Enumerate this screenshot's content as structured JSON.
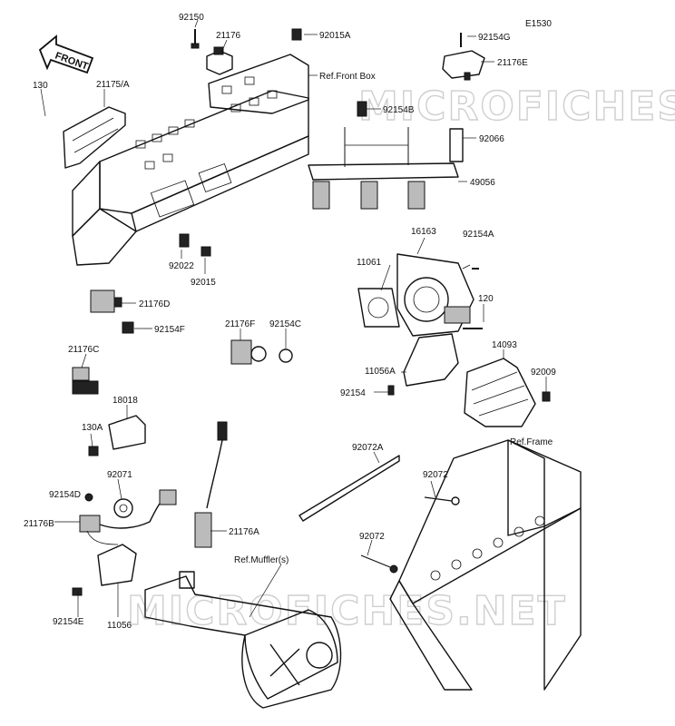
{
  "diagram_code": "E1530",
  "watermark": "MICROFICHES.NET",
  "front_arrow": "FRONT",
  "labels": {
    "l92150": "92150",
    "l21176": "21176",
    "l92015A": "92015A",
    "l92154G": "92154G",
    "l21176E": "21176E",
    "refFrontBox": "Ref.Front Box",
    "l130": "130",
    "l21175A": "21175/A",
    "l92154B": "92154B",
    "l92066": "92066",
    "l49056": "49056",
    "l92022": "92022",
    "l92015": "92015",
    "l16163": "16163",
    "l92154A": "92154A",
    "l11061": "11061",
    "l21176D": "21176D",
    "l120": "120",
    "l92154F": "92154F",
    "l21176F": "21176F",
    "l92154C": "92154C",
    "l14093": "14093",
    "l21176C": "21176C",
    "l11056A": "11056A",
    "l92009": "92009",
    "l92154": "92154",
    "l18018": "18018",
    "l130A": "130A",
    "refFrame": "Ref.Frame",
    "l92072A": "92072A",
    "l92072a": "92072",
    "l92071": "92071",
    "l92154D": "92154D",
    "l21176B": "21176B",
    "l21176A": "21176A",
    "l92072b": "92072",
    "refMuffler": "Ref.Muffler(s)",
    "l92154E": "92154E",
    "l11056": "11056"
  }
}
